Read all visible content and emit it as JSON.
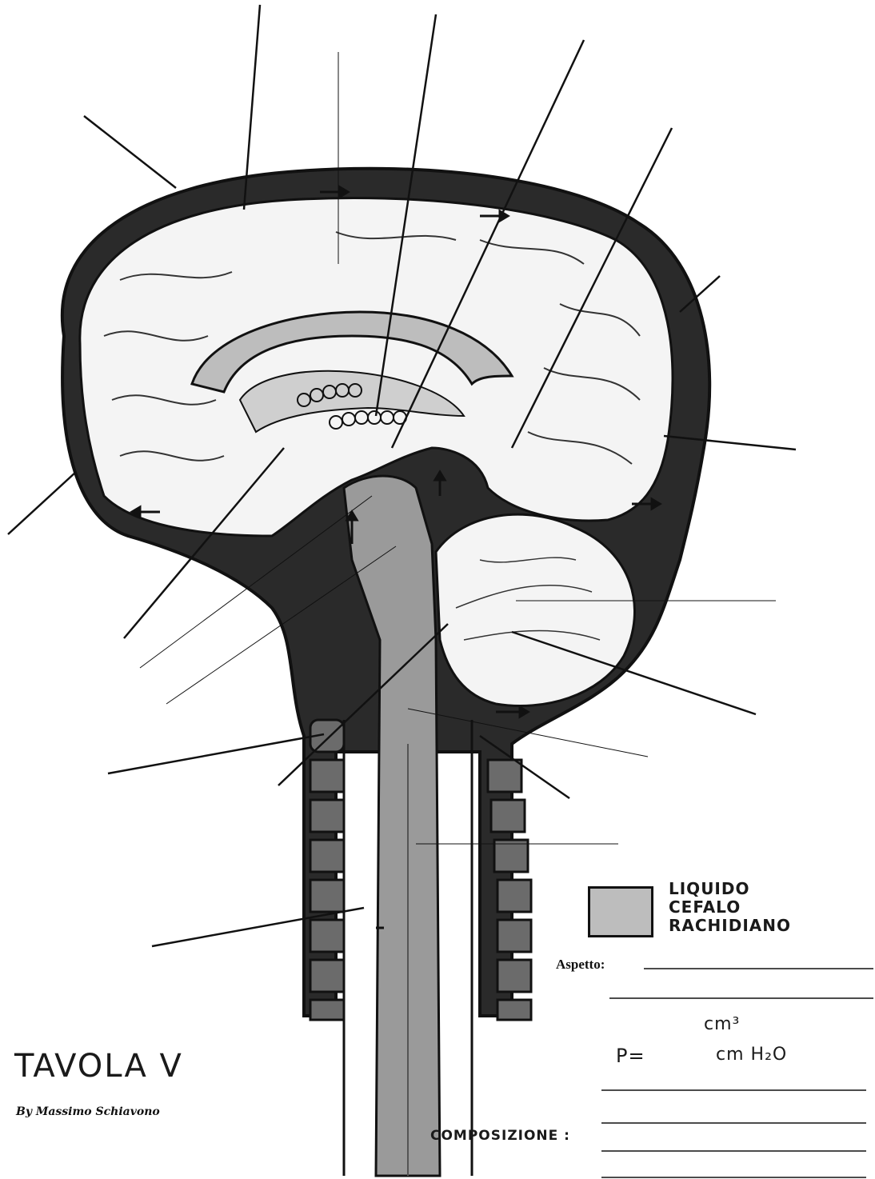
{
  "legend": {
    "label_line1": "LIQUIDO",
    "label_line2": "CEFALO",
    "label_line3": "RACHIDIANO",
    "swatch_color": "#bdbdbd"
  },
  "fields": {
    "aspetto_label": "Aspetto:",
    "pressure_label": "P=",
    "volume_unit": "cm³",
    "pressure_unit": "cm H₂O",
    "composition_label": "COMPOSIZIONE :"
  },
  "plate": {
    "title": "TAVOLA V",
    "author": "By Massimo Schiavono"
  },
  "colors": {
    "ink": "#111111",
    "brain_fill": "#f4f4f4",
    "csf_gray": "#bdbdbd",
    "spinal_gray": "#9a9a9a",
    "vertebra": "#6b6b6b"
  }
}
